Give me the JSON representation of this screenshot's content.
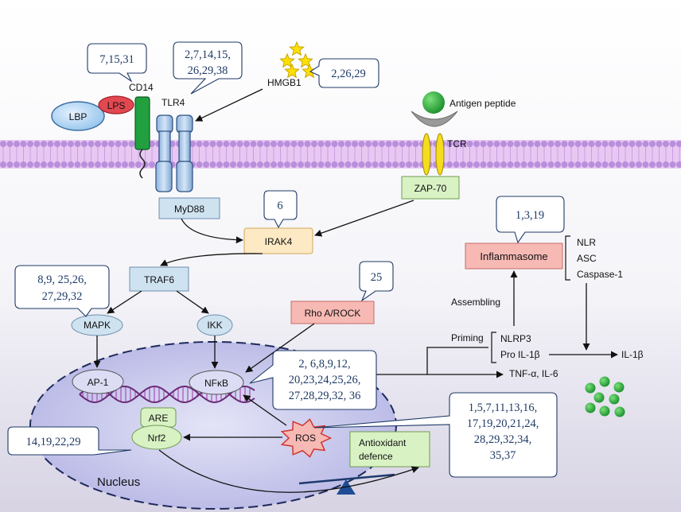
{
  "labels": {
    "cd14": "CD14",
    "lps": "LPS",
    "lbp": "LBP",
    "tlr4": "TLR4",
    "hmgb1": "HMGB1",
    "antigen_peptide": "Antigen peptide",
    "tcr": "TCR",
    "zap70": "ZAP-70",
    "myd88": "MyD88",
    "irak4": "IRAK4",
    "traf6": "TRAF6",
    "mapk": "MAPK",
    "ikk": "IKK",
    "rho_rock": "Rho A/ROCK",
    "ap1": "AP-1",
    "nfkb": "NFκB",
    "are": "ARE",
    "nrf2": "Nrf2",
    "ros": "ROS",
    "antioxidant_line1": "Antioxidant",
    "antioxidant_line2": "defence",
    "nucleus": "Nucleus",
    "inflammasome": "Inflammasome",
    "nlr": "NLR",
    "asc": "ASC",
    "caspase1": "Caspase-1",
    "assembling": "Assembling",
    "priming": "Priming",
    "nlrp3": "NLRP3",
    "pro_il1b": "Pro IL-1β",
    "il1b": "IL-1β",
    "tnf_il6": "TNF-α, IL-6"
  },
  "refs": {
    "cd14": "7,15,31",
    "tlr4_line1": "2,7,14,15,",
    "tlr4_line2": "26,29,38",
    "hmgb1": "2,26,29",
    "irak4": "6",
    "mapk_line1": "8,9, 25,26,",
    "mapk_line2": "27,29,32",
    "rho": "25",
    "inflammasome": "1,3,19",
    "nfkb_line1": "2, 6,8,9,12,",
    "nfkb_line2": "20,23,24,25,26,",
    "nfkb_line3": "27,28,29,32, 36",
    "ros_line1": "1,5,7,11,13,16,",
    "ros_line2": "17,19,20,21,24,",
    "ros_line3": "28,29,32,34,",
    "ros_line4": "35,37",
    "nrf2": "14,19,22,29"
  },
  "colors": {
    "box_blue": "#cfe2f0",
    "box_orange": "#fde9c4",
    "box_red": "#f7b9b4",
    "box_green": "#d9f2c4",
    "ref_text": "#1f3a66",
    "arrow": "#111111",
    "lps": "#e2484f",
    "cd14": "#22a040",
    "yellow": "#ffe000",
    "nucleus": "#c9c9ee"
  }
}
